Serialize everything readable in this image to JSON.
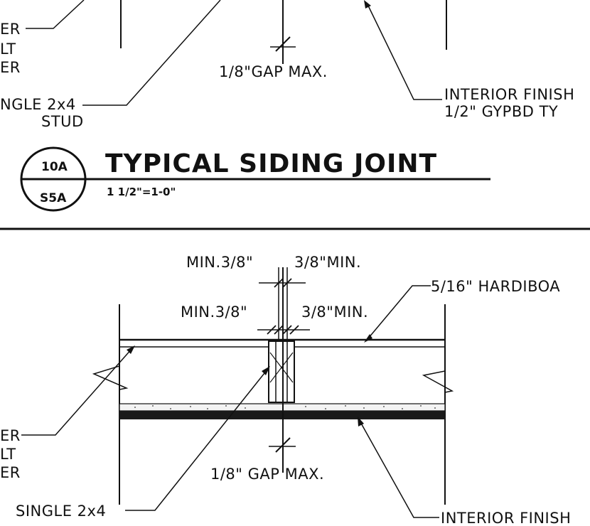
{
  "detail_top": {
    "partial_labels_left": [
      "ER",
      "LT",
      "ER"
    ],
    "gap_label": "1/8\"GAP  MAX.",
    "stud_label_line1": "NGLE  2x4",
    "stud_label_line2": "STUD",
    "interior_finish_line1": "INTERIOR  FINISH",
    "interior_finish_line2": "1/2\"  GYPBD  TY"
  },
  "title_block": {
    "detail_number": "10A",
    "sheet_number": "S5A",
    "title": "TYPICAL SIDING JOINT",
    "scale": "1 1/2\"=1-0\""
  },
  "detail_bottom": {
    "dim_top_left": "MIN.3/8\"",
    "dim_top_right": "3/8\"MIN.",
    "dim_mid_left": "MIN.3/8\"",
    "dim_mid_right": "3/8\"MIN.",
    "siding_label": "5/16\"  HARDIBOA",
    "partial_labels_left": [
      "ER",
      "LT",
      "ER"
    ],
    "gap_label": "1/8\"  GAP  MAX.",
    "stud_label": "SINGLE  2x4",
    "interior_finish": "INTERIOR  FINISH"
  }
}
